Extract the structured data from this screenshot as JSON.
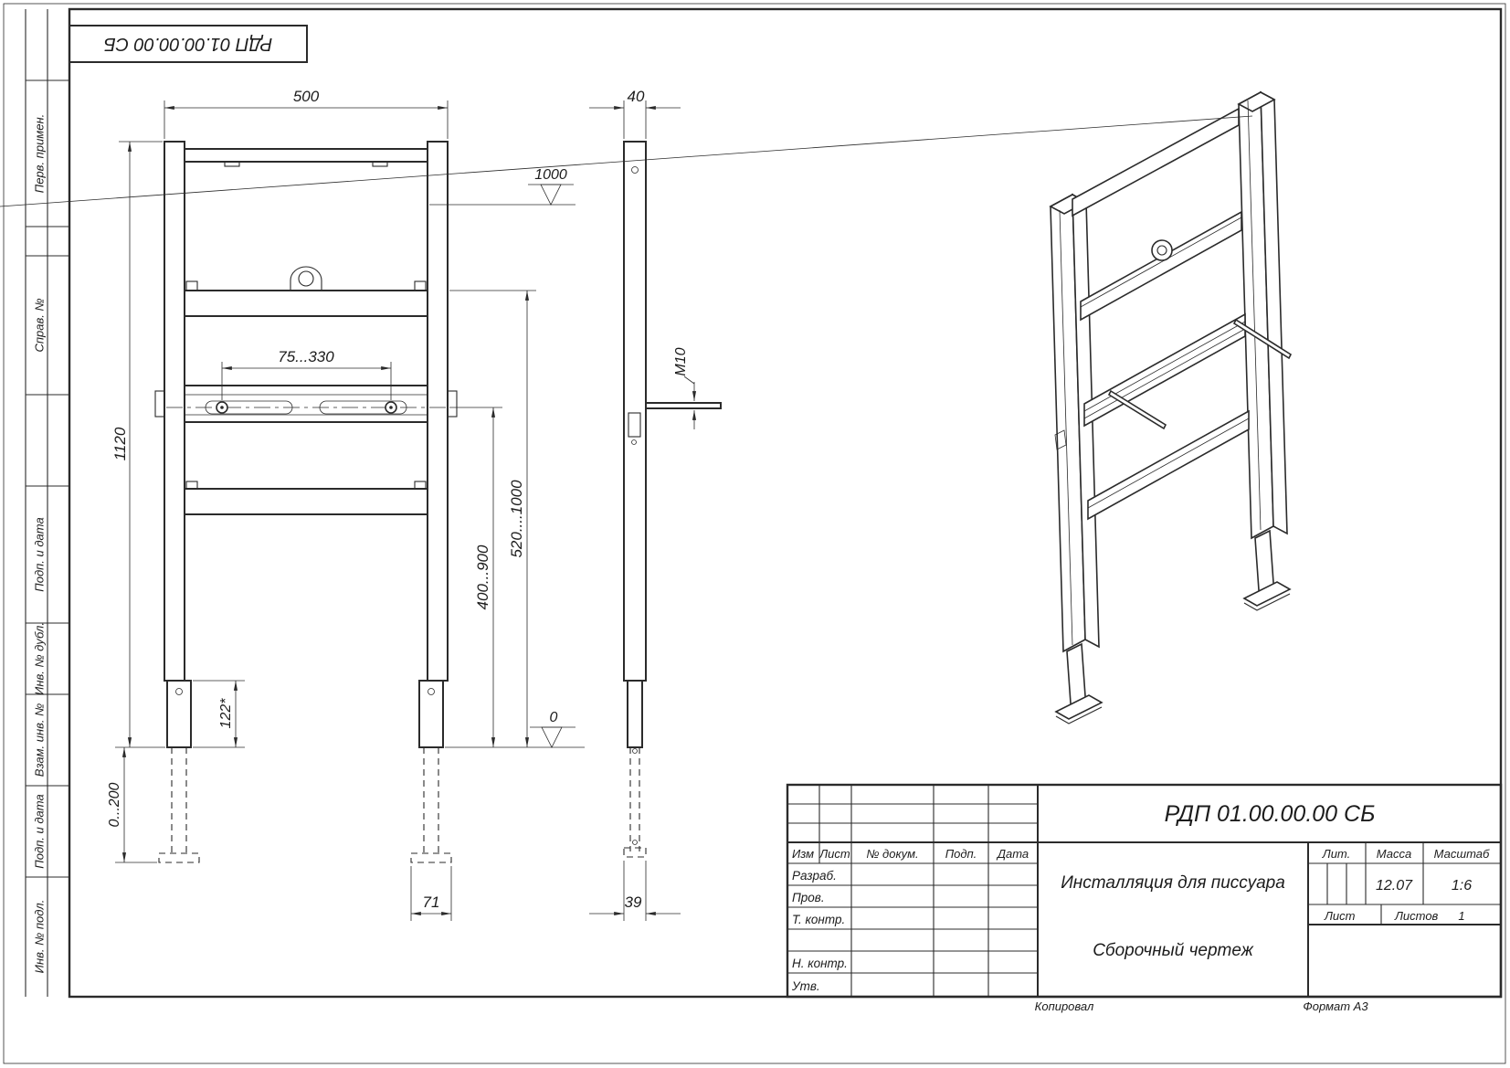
{
  "sheet": {
    "stamp_top": "РДП 01.00.00.00 СБ",
    "copied": "Копировал",
    "format": "Формат А3"
  },
  "margin": {
    "items": [
      "Перв. примен.",
      "Справ. №",
      "Подп. и дата",
      "Инв. № дубл.",
      "Взам. инв. №",
      "Подп. и дата",
      "Инв. № подл."
    ]
  },
  "front": {
    "width": "500",
    "height": "1120",
    "rail_range": "75...330",
    "r400": "400...900",
    "r520": "520....1000",
    "leg122": "122*",
    "leg0200": "0...200",
    "foot71": "71",
    "lvl1000": "1000",
    "lvl0": "0"
  },
  "side": {
    "d40": "40",
    "m10": "М10",
    "d39": "39"
  },
  "tb": {
    "doc": "РДП 01.00.00.00 СБ",
    "name1": "Инсталляция для писсуара",
    "name2": "Сборочный чертеж",
    "izm": "Изм",
    "list": "Лист",
    "ndoc": "№ докум.",
    "podp": "Подп.",
    "data": "Дата",
    "razrab": "Разраб.",
    "prov": "Пров.",
    "tkontr": "Т. контр.",
    "nkontr": "Н. контр.",
    "utv": "Утв.",
    "lit": "Лит.",
    "massa": "Масса",
    "masshtab": "Масштаб",
    "massa_v": "12.07",
    "scale_v": "1:6",
    "list_label": "Лист",
    "listov_label": "Листов",
    "listov_v": "1"
  }
}
